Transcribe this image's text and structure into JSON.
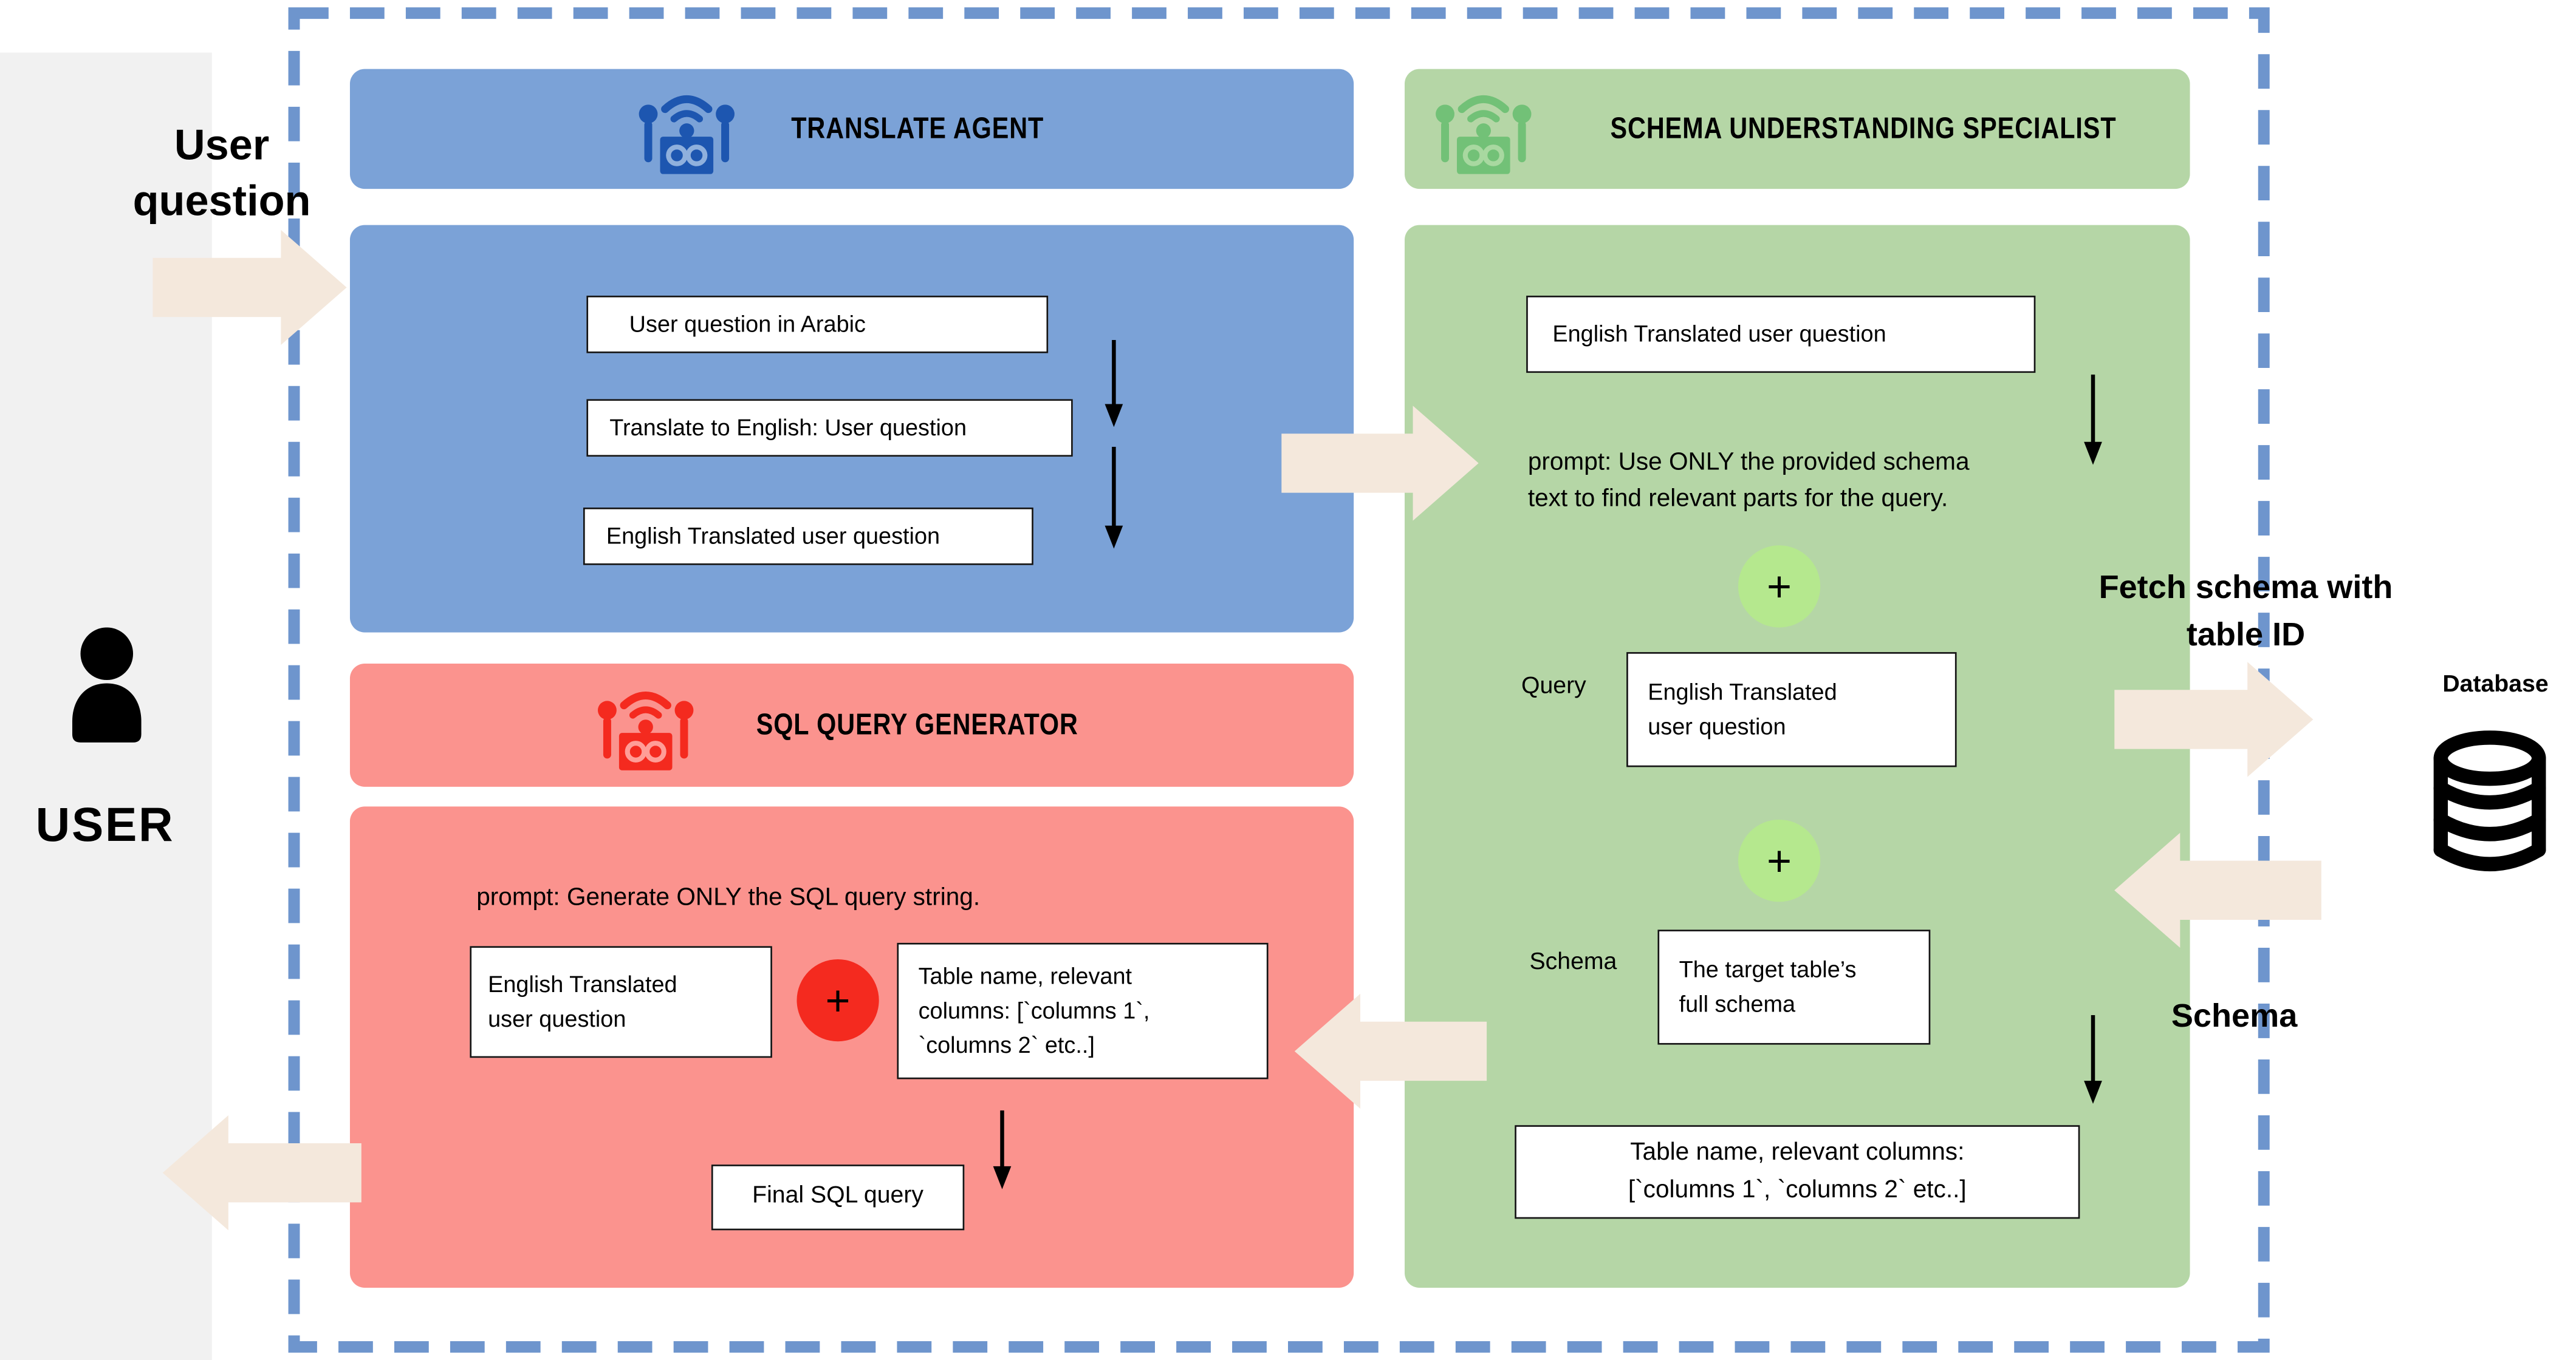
{
  "left_panel": {
    "flow_label": "User\nquestion",
    "user_label": "USER"
  },
  "translate_agent": {
    "title": "TRANSLATE AGENT",
    "steps": [
      "User question in Arabic",
      "Translate to English:  User question",
      "English Translated user question"
    ]
  },
  "schema_specialist": {
    "title": "SCHEMA UNDERSTANDING SPECIALIST",
    "input": "English Translated user question",
    "prompt": "prompt: Use ONLY the provided schema\ntext to find relevant parts for the query.",
    "plus_icon": "+",
    "query_label": "Query",
    "query_value": "English Translated\nuser question",
    "schema_label": "Schema",
    "schema_value": "The target table’s\nfull schema",
    "output": "Table name, relevant columns:\n[`columns 1`, `columns 2` etc..]"
  },
  "sql_generator": {
    "title": "SQL QUERY GENERATOR",
    "prompt": "prompt: Generate ONLY the SQL query string.",
    "input_question": "English Translated\nuser question",
    "plus_icon": "+",
    "input_schema": "Table name, relevant\ncolumns:  [`columns 1`,\n`columns 2` etc..]",
    "output": "Final SQL query"
  },
  "right_panel": {
    "fetch_label": "Fetch schema with\ntable ID",
    "database_label": "Database",
    "schema_label": "Schema"
  },
  "colors": {
    "blue": "#7ba2d7",
    "blue_dark": "#1d56b0",
    "green": "#b5d6a6",
    "green_dark": "#72c177",
    "green_light": "#b5e88e",
    "red": "#fb938e",
    "red_dark": "#f42a1f",
    "arrow_beige": "#f4e8dc",
    "dash": "#6e95cd",
    "panel_gray": "#f1f1f1"
  }
}
